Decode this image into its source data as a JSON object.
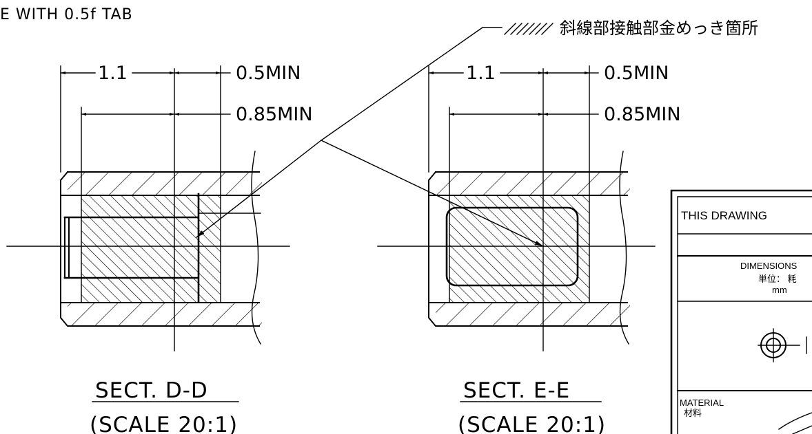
{
  "header_note": "E WITH 0.5f TAB",
  "callout": {
    "symbol": "////",
    "text": "斜線部接触部金めっき箇所"
  },
  "sections": [
    {
      "dim_top_left": "1.1",
      "dim_top_right": "0.5MIN",
      "dim_second": "0.85MIN",
      "title": "SECT.  D-D",
      "scale": "(SCALE 20:1)"
    },
    {
      "dim_top_left": "1.1",
      "dim_top_right": "0.5MIN",
      "dim_second": "0.85MIN",
      "title": "SECT.  E-E",
      "scale": "(SCALE 20:1)"
    }
  ],
  "title_block": {
    "notice": "THIS DRAWING",
    "dimensions_label": "DIMENSIONS",
    "unit_label": "単位： 粍",
    "unit": "mm",
    "material_label": "MATERIAL",
    "material_label_jp": "材料"
  }
}
